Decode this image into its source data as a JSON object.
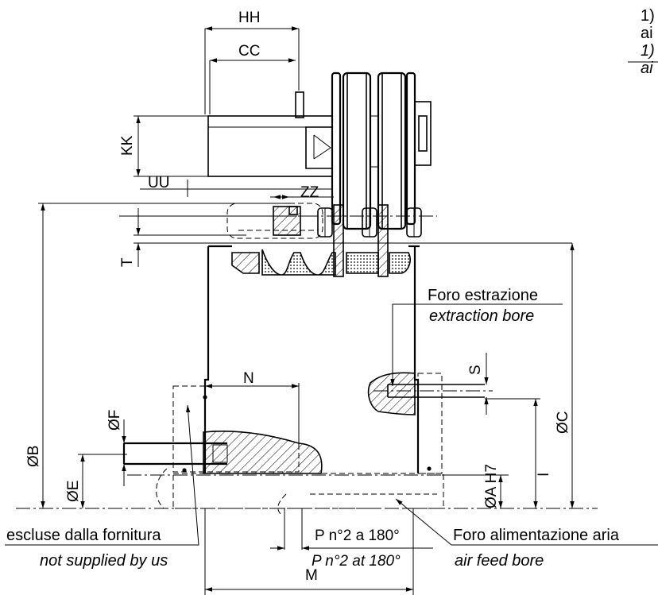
{
  "dimensions": {
    "hh": "HH",
    "cc": "CC",
    "kk": "KK",
    "uu": "UU",
    "zz": "ZZ",
    "t": "T",
    "n": "N",
    "s": "S",
    "m": "M",
    "i": "I",
    "phi_b": "ØB",
    "phi_c": "ØC",
    "phi_e": "ØE",
    "phi_f": "ØF",
    "phi_a": "ØA H7",
    "p_it": "P n°2 a 180°",
    "p_en": "P n°2 at 180°"
  },
  "labels": {
    "extraction_it": "Foro estrazione",
    "extraction_en": "extraction bore",
    "excluded_it": "escluse dalla fornitura",
    "excluded_en": "not supplied by us",
    "air_it": "Foro alimentazione aria",
    "air_en": "air feed bore",
    "note1_a": "1)",
    "note1_b": "ai",
    "note2_a": "1)",
    "note2_b": "ai"
  }
}
